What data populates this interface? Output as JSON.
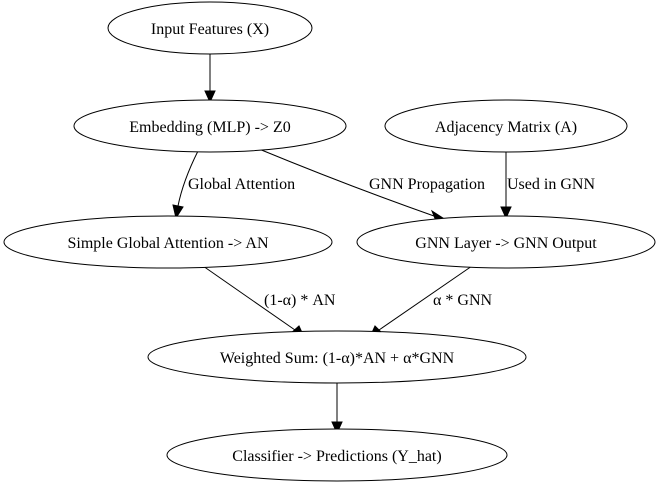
{
  "nodes": {
    "input": "Input Features (X)",
    "embedding": "Embedding (MLP) -> Z0",
    "adjacency": "Adjacency Matrix (A)",
    "attention": "Simple Global Attention -> AN",
    "gnn": "GNN Layer -> GNN Output",
    "weighted_sum": "Weighted Sum: (1-α)*AN + α*GNN",
    "classifier": "Classifier -> Predictions (Y_hat)"
  },
  "edges": {
    "global_attention": "Global Attention",
    "gnn_propagation": "GNN Propagation",
    "used_in_gnn": "Used in GNN",
    "attention_weight": "(1-α) * AN",
    "gnn_weight": "α * GNN"
  }
}
